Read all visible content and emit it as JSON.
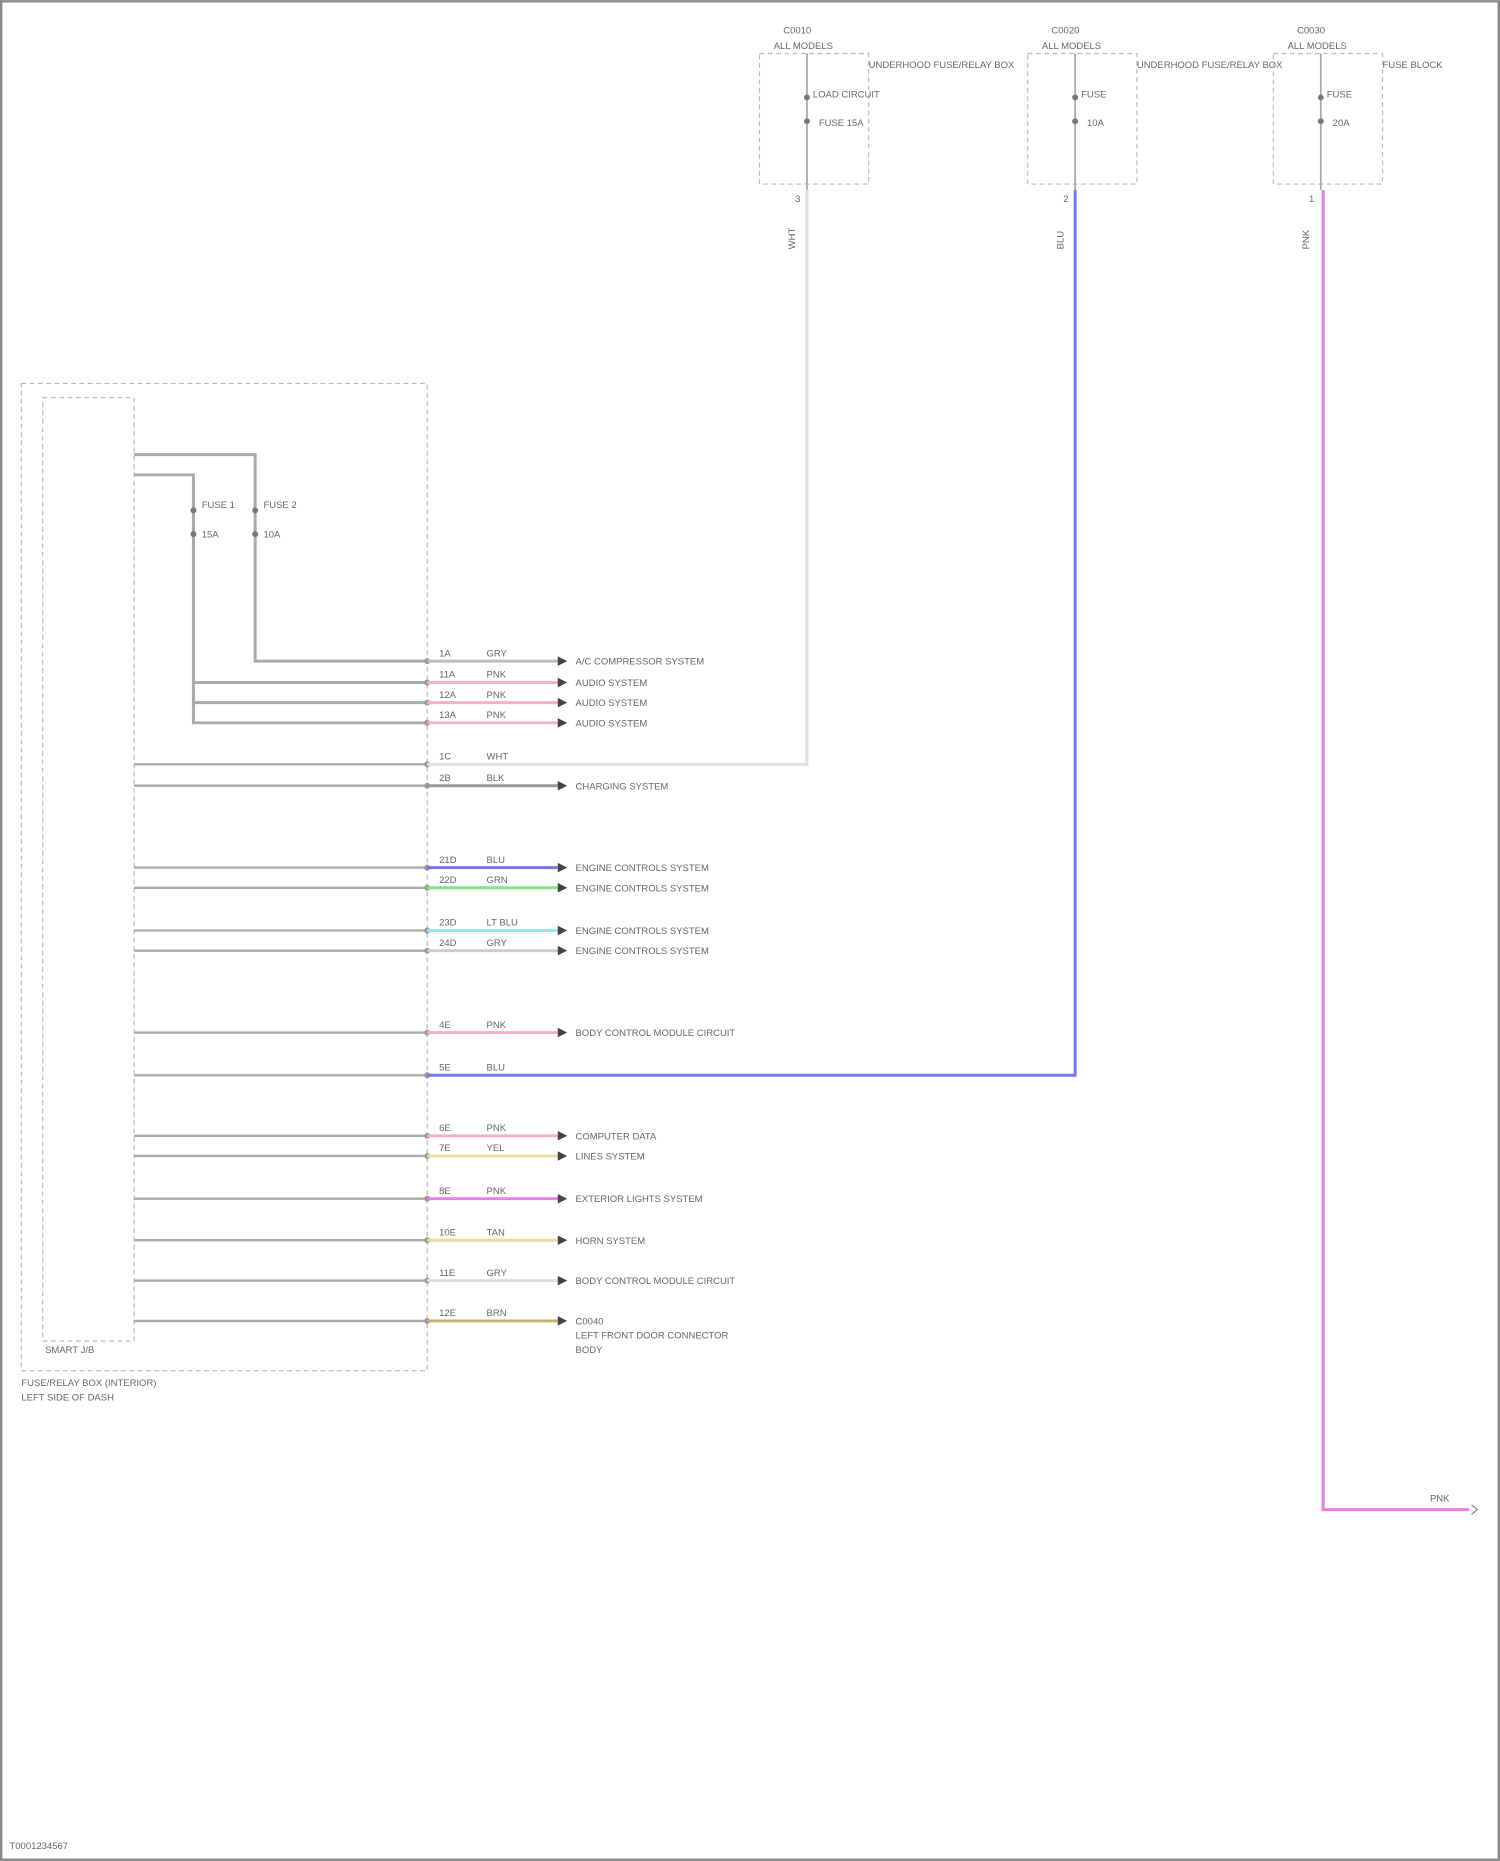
{
  "footer": {
    "code": "T0001234567"
  },
  "colors": {
    "white": "#e8e8e8",
    "gray": "#999999",
    "blue": "#7777ee",
    "pink": "#f4b0c8",
    "green": "#88e088",
    "cyan": "#99e8ee",
    "magenta": "#f07ae8",
    "yellow": "#e8dca0",
    "brown": "#c8b070"
  },
  "connectors": [
    {
      "id": "conn-1",
      "name": "C0010",
      "sub": "ALL MODELS",
      "desc": "UNDERHOOD FUSE/RELAY BOX",
      "fuse": "LOAD CIRCUIT",
      "fuse_sub": "FUSE 15A",
      "pin": "3",
      "wire": "WHT",
      "color": "#e8e8e8"
    },
    {
      "id": "conn-2",
      "name": "C0020",
      "sub": "ALL MODELS",
      "desc": "UNDERHOOD FUSE/RELAY BOX",
      "fuse": "FUSE",
      "fuse_sub": "10A",
      "pin": "2",
      "wire": "BLU",
      "color": "#7777ee"
    },
    {
      "id": "conn-3",
      "name": "C0030",
      "sub": "ALL MODELS",
      "desc": "FUSE BLOCK",
      "fuse": "FUSE",
      "fuse_sub": "20A",
      "pin": "1",
      "wire": "PNK",
      "color": "#f07ae8"
    }
  ],
  "module": {
    "name": "SMART J/B",
    "label_line1": "FUSE/RELAY BOX (INTERIOR)",
    "label_line2": "LEFT SIDE OF DASH",
    "fuses": [
      {
        "name": "FUSE 1",
        "amp": "15A"
      },
      {
        "name": "FUSE 2",
        "amp": "10A"
      }
    ]
  },
  "rows": [
    {
      "pin": "1A",
      "wire": "GRY",
      "color": "#bbbbbb",
      "dest": "A/C COMPRESSOR SYSTEM"
    },
    {
      "pin": "11A",
      "wire": "PNK",
      "color": "#f4b0c8",
      "dest": "AUDIO SYSTEM"
    },
    {
      "pin": "12A",
      "wire": "PNK",
      "color": "#f4b0c8",
      "dest": "AUDIO SYSTEM"
    },
    {
      "pin": "13A",
      "wire": "PNK",
      "color": "#f4b0c8",
      "dest": "AUDIO SYSTEM"
    },
    {
      "pin": "1C",
      "wire": "WHT",
      "color": "#e8e8e8",
      "dest": ""
    },
    {
      "pin": "2B",
      "wire": "BLK",
      "color": "#999999",
      "dest": "CHARGING SYSTEM"
    },
    {
      "pin": "21D",
      "wire": "BLU",
      "color": "#7777ee",
      "dest": "ENGINE CONTROLS SYSTEM"
    },
    {
      "pin": "22D",
      "wire": "GRN",
      "color": "#88e088",
      "dest": "ENGINE CONTROLS SYSTEM"
    },
    {
      "pin": "23D",
      "wire": "LT BLU",
      "color": "#99e8ee",
      "dest": "ENGINE CONTROLS SYSTEM"
    },
    {
      "pin": "24D",
      "wire": "GRY",
      "color": "#cccccc",
      "dest": "ENGINE CONTROLS SYSTEM"
    },
    {
      "pin": "4E",
      "wire": "PNK",
      "color": "#f4b0c8",
      "dest": "BODY CONTROL MODULE CIRCUIT"
    },
    {
      "pin": "5E",
      "wire": "BLU",
      "color": "#7777ee",
      "dest": ""
    },
    {
      "pin": "6E",
      "wire": "PNK",
      "color": "#f4b0c8",
      "dest": "COMPUTER DATA"
    },
    {
      "pin": "7E",
      "wire": "YEL",
      "color": "#e8dca0",
      "dest": "LINES SYSTEM"
    },
    {
      "pin": "8E",
      "wire": "PNK",
      "color": "#f07ae8",
      "dest": "EXTERIOR LIGHTS SYSTEM"
    },
    {
      "pin": "10E",
      "wire": "TAN",
      "color": "#e8dca0",
      "dest": "HORN SYSTEM"
    },
    {
      "pin": "11E",
      "wire": "GRY",
      "color": "#dddddd",
      "dest": "BODY CONTROL MODULE CIRCUIT"
    },
    {
      "pin": "12E",
      "wire": "BRN",
      "color": "#c8b070",
      "dest": "C0040",
      "dest2": "LEFT FRONT DOOR CONNECTOR",
      "dest3": "BODY"
    }
  ],
  "pink_end": {
    "wire": "PNK"
  }
}
